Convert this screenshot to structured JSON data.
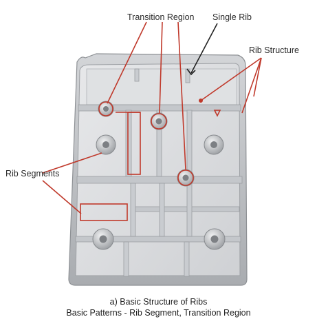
{
  "labels": {
    "transition_region": "Transition Region",
    "single_rib": "Single Rib",
    "rib_structure": "Rib Structure",
    "rib_segments": "Rib Segments"
  },
  "caption": {
    "line1": "a) Basic Structure of Ribs",
    "line2": "Basic Patterns - Rib Segment, Transition Region"
  },
  "colors": {
    "annotation_red": "#c0392b",
    "single_rib_arrow": "#222222",
    "part_gray": "#b9bcc0"
  }
}
